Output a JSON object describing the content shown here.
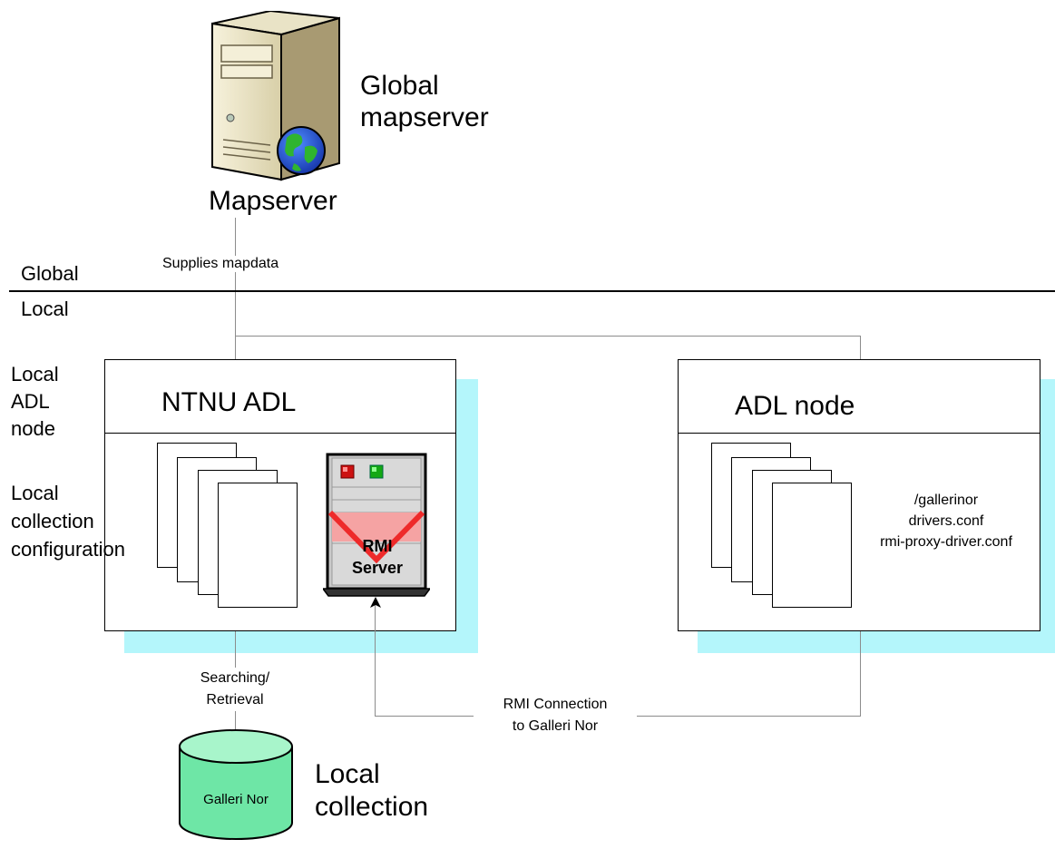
{
  "mapserver": {
    "title_line1": "Global",
    "title_line2": "mapserver",
    "caption": "Mapserver",
    "icon": "server-globe-icon"
  },
  "zones": {
    "global_label": "Global",
    "local_label": "Local"
  },
  "links": {
    "supplies": "Supplies mapdata",
    "searching_line1": "Searching/",
    "searching_line2": "Retrieval",
    "rmi_line1": "RMI Connection",
    "rmi_line2": "to Galleri Nor"
  },
  "left_labels": {
    "adl_node_line1": "Local",
    "adl_node_line2": "ADL",
    "adl_node_line3": "node",
    "collection_line1": "Local",
    "collection_line2": "collection",
    "collection_line3": "configuration"
  },
  "ntnu_node": {
    "title": "NTNU ADL",
    "rmi_server_line1": "RMI",
    "rmi_server_line2": "Server"
  },
  "adl_node": {
    "title": "ADL node",
    "files": [
      "/gallerinor",
      "drivers.conf",
      "rmi-proxy-driver.conf"
    ]
  },
  "collection": {
    "db_label": "Galleri Nor",
    "title_line1": "Local",
    "title_line2": "collection"
  },
  "colors": {
    "shadow": "#b4f6fb",
    "database": "#6ee6a6",
    "rmi_chevron": "#ee2a2a",
    "connector": "#8c8c8c"
  }
}
